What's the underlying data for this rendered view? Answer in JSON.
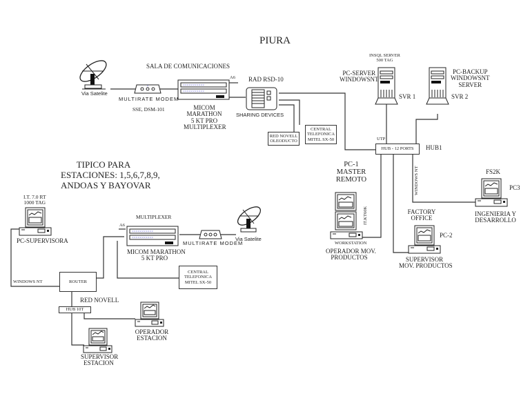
{
  "diagram": {
    "title": "PIURA",
    "colors": {
      "line": "#333333",
      "marker": "#6a6ad8",
      "background": "#ffffff"
    },
    "piura_site": {
      "room_label": "SALA DE COMUNICACIONES",
      "satellite": {
        "label": "Via Satelite",
        "icon": "satellite-dish-icon"
      },
      "modem": {
        "label": "MULTIRATE MODEM",
        "model": "SSE, DSM-101"
      },
      "multiplexer": {
        "lines": [
          "MICOM",
          "MARATHON",
          "5 KT PRO",
          "MULTIPLEXER"
        ],
        "port_label": "A6"
      },
      "sharing_device": {
        "title": "RAD RSD-10",
        "label": "SHARING DEVICES"
      },
      "red_novell_box": [
        "RED NOVELL",
        "OLEODUCTO"
      ],
      "central_box": [
        "CENTRAL",
        "TELEFONICA",
        "MITEL SX-50"
      ],
      "hub": {
        "box_label": "HUB - 12 PORTS",
        "name": "HUB1",
        "cable_label": "UTP",
        "windows_nt_label": "WINDOWS NT"
      },
      "server1": {
        "top_label": [
          "INSQL SERVER",
          "500 TAG"
        ],
        "name": [
          "PC-SERVER",
          "WINDOWSNT"
        ],
        "id": "SVR 1"
      },
      "server2": {
        "name": [
          "PC-BACKUP",
          "WINDOWSNT",
          "SERVER"
        ],
        "id": "SVR 2"
      },
      "pc1": {
        "title": [
          "PC-1",
          "MASTER",
          "REMOTO"
        ],
        "side_label": "IT.KT60K",
        "sub_label": "WORKSTATION",
        "caption": [
          "OPERADOR MOV.",
          "PRODUCTOS"
        ]
      },
      "pc2": {
        "title": [
          "FACTORY",
          "OFFICE"
        ],
        "id": "PC-2",
        "caption": [
          "SUPERVISOR",
          "MOV. PRODUCTOS"
        ]
      },
      "pc3": {
        "title": "FS2K",
        "id": "PC3",
        "caption": [
          "INGENIERIA Y",
          "DESARROLLO"
        ]
      }
    },
    "typical_station": {
      "heading": [
        "TIPICO PARA",
        "ESTACIONES: 1,5,6,7,8,9,",
        "ANDOAS Y BAYOVAR"
      ],
      "supervisor_pc": {
        "top_label": [
          "I.T. 7.0 RT",
          "1000 TAG"
        ],
        "caption": "PC-SUPERVISORA"
      },
      "multiplexer": {
        "title": "MULTIPLEXER",
        "lines": [
          "MICOM MARATHON",
          "5 KT PRO"
        ],
        "port_label": "A6"
      },
      "modem": {
        "label": "MULTIRATE MODEM"
      },
      "satellite": {
        "label": "Via Satelite"
      },
      "central_box": [
        "CENTRAL",
        "TELEFONICA",
        "MITEL SX-50"
      ],
      "router": {
        "label": "ROUTER",
        "windows_nt_label": "WINDOWS NT"
      },
      "red_novell_label": "RED NOVELL",
      "hub": {
        "label": "HUB 10T"
      },
      "operador_pc": {
        "caption": [
          "OPERADOR",
          "ESTACION"
        ]
      },
      "supervisor_station_pc": {
        "caption": [
          "SUPERVISOR",
          "ESTACION"
        ]
      }
    }
  }
}
